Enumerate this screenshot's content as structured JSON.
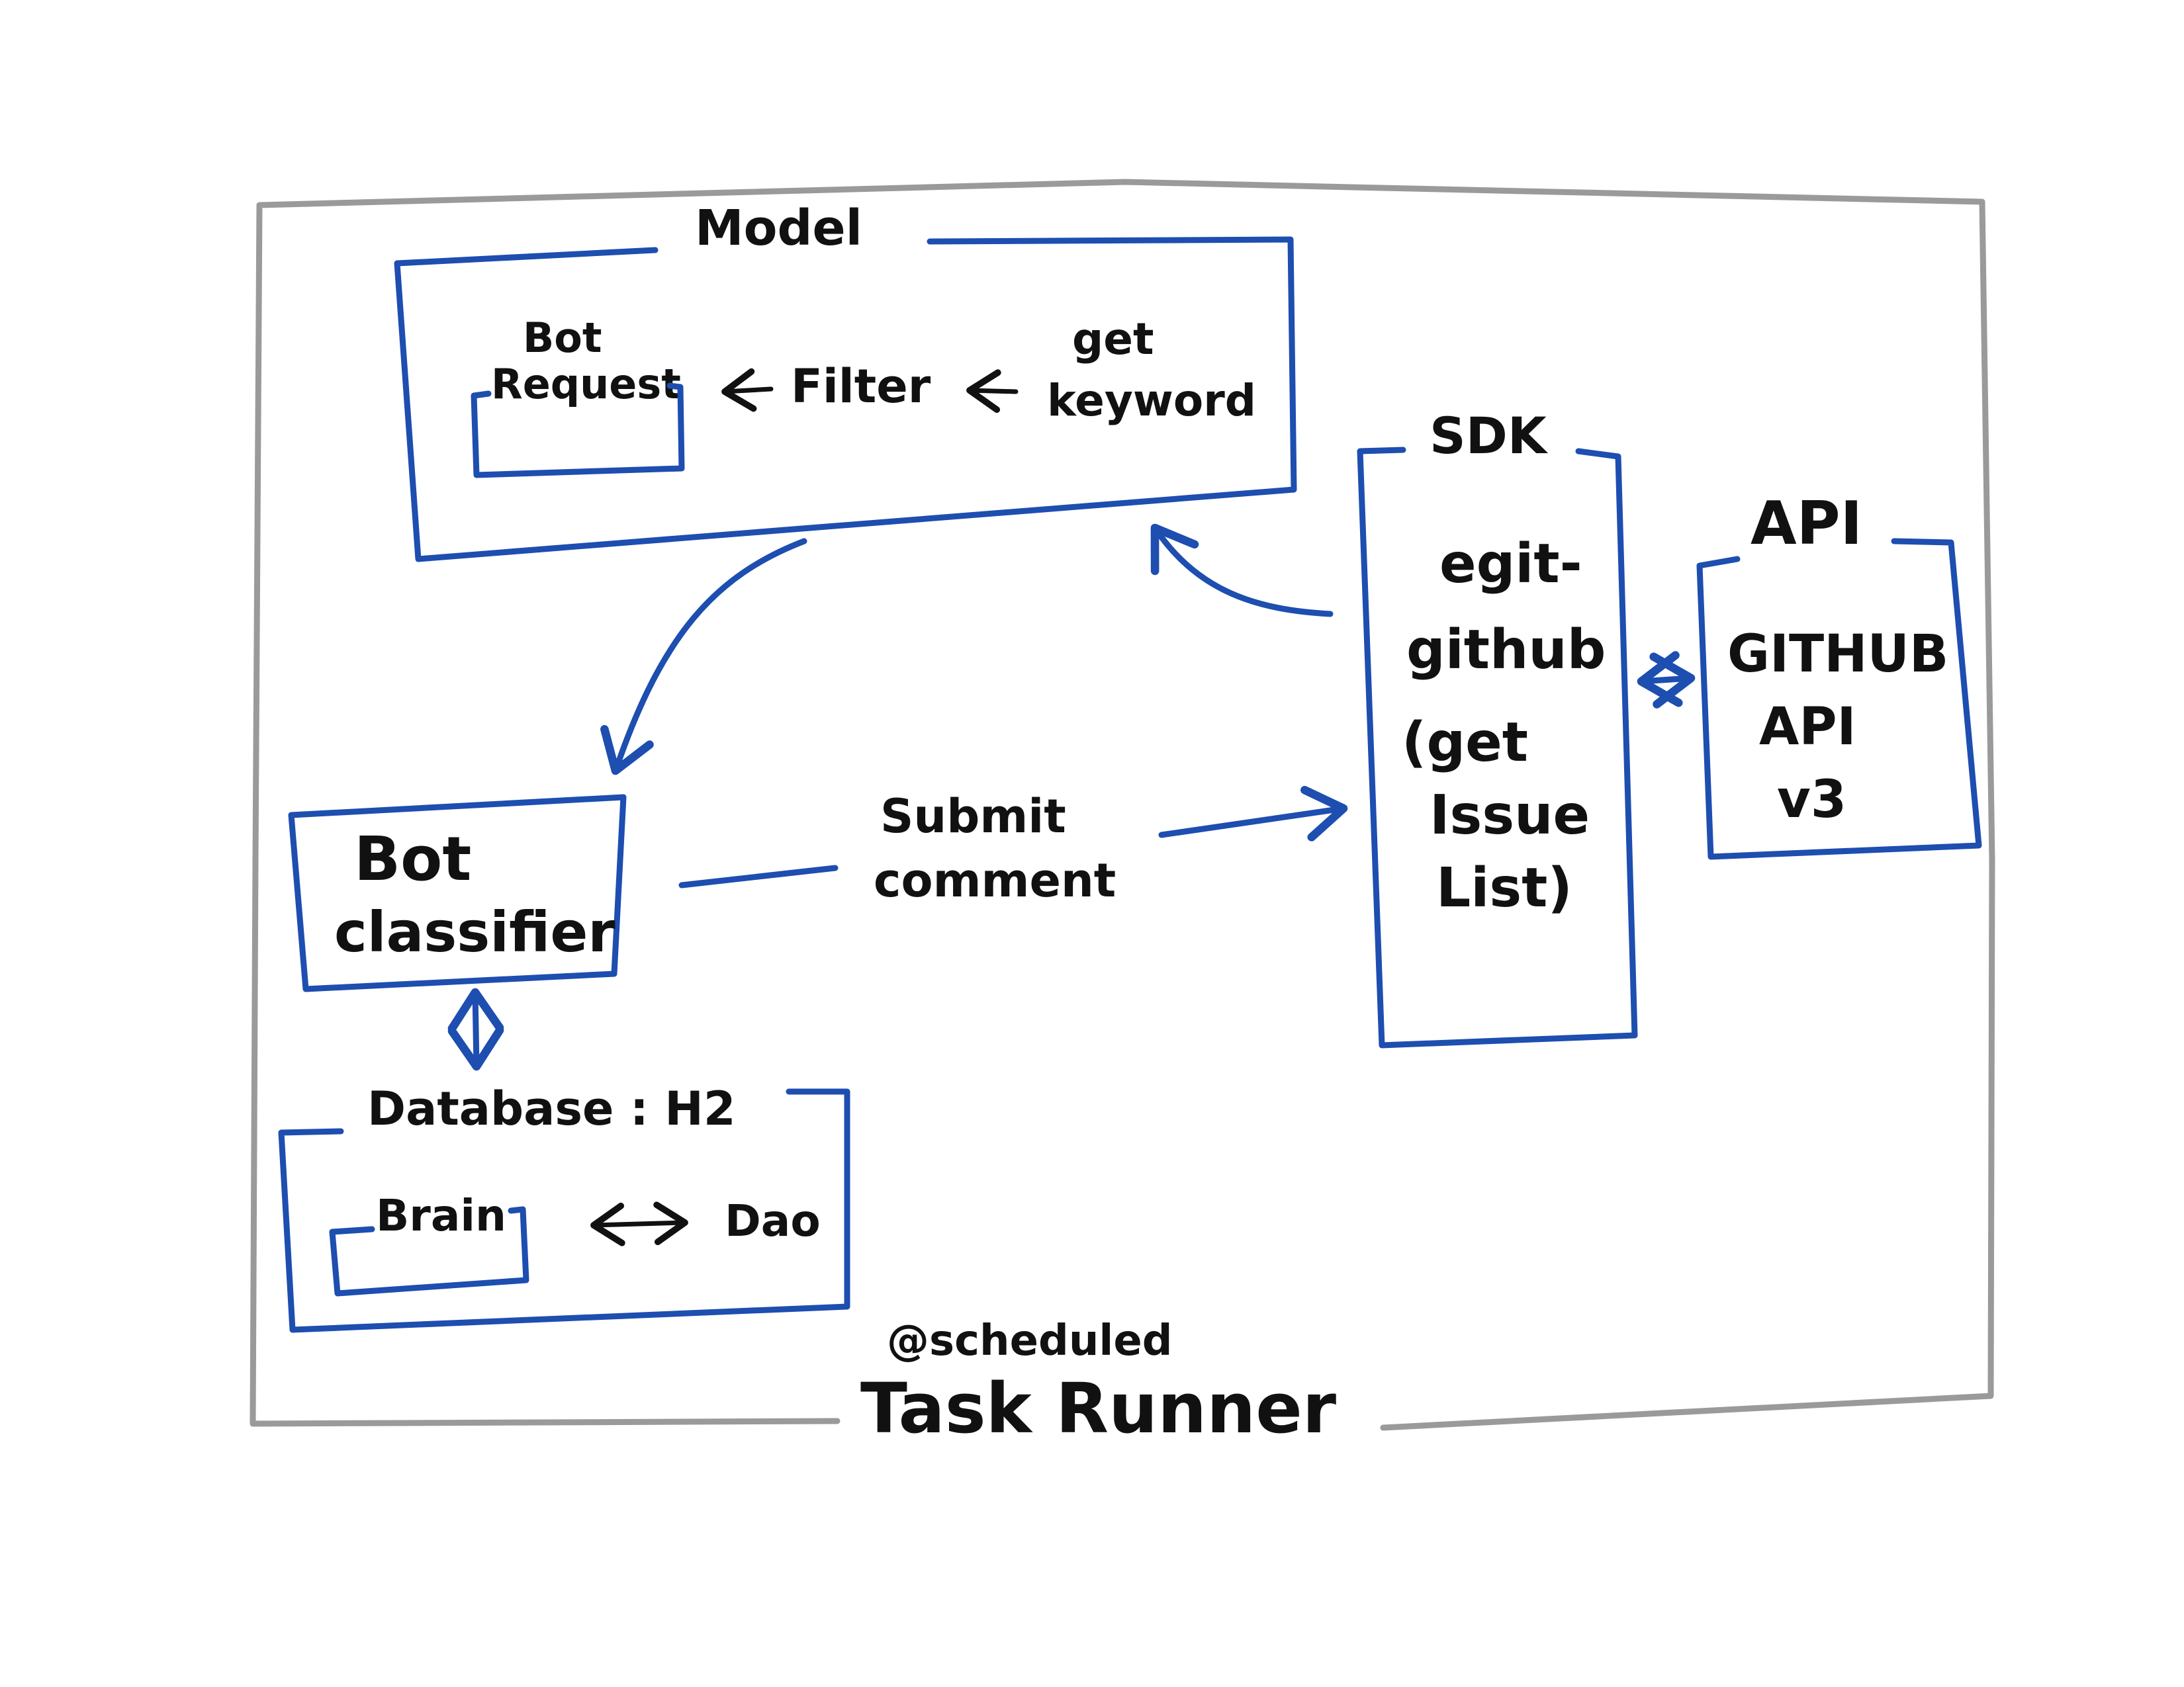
{
  "colors": {
    "frame": "#9a9a9a",
    "box": "#1d4eb0",
    "text": "#111111",
    "background": "#ffffff"
  },
  "frame": {
    "annotation": "@scheduled",
    "label": "Task Runner"
  },
  "model": {
    "title": "Model",
    "bot_request": [
      "Bot",
      "Request"
    ],
    "filter": "Filter",
    "get_keyword": [
      "get",
      "keyword"
    ]
  },
  "sdk": {
    "title": "SDK",
    "lines": [
      "egit-",
      "github",
      "(get",
      "Issue",
      "List)"
    ]
  },
  "api": {
    "title": "API",
    "lines": [
      "GITHUB",
      "API",
      "v3"
    ]
  },
  "bot_classifier": {
    "lines": [
      "Bot",
      "classifier"
    ]
  },
  "submit_comment": [
    "Submit",
    "comment"
  ],
  "database": {
    "title": "Database : H2",
    "brain": "Brain",
    "dao": "Dao"
  },
  "icons": [
    "arrow-left-icon",
    "double-arrow-icon",
    "curved-arrow-icon"
  ]
}
